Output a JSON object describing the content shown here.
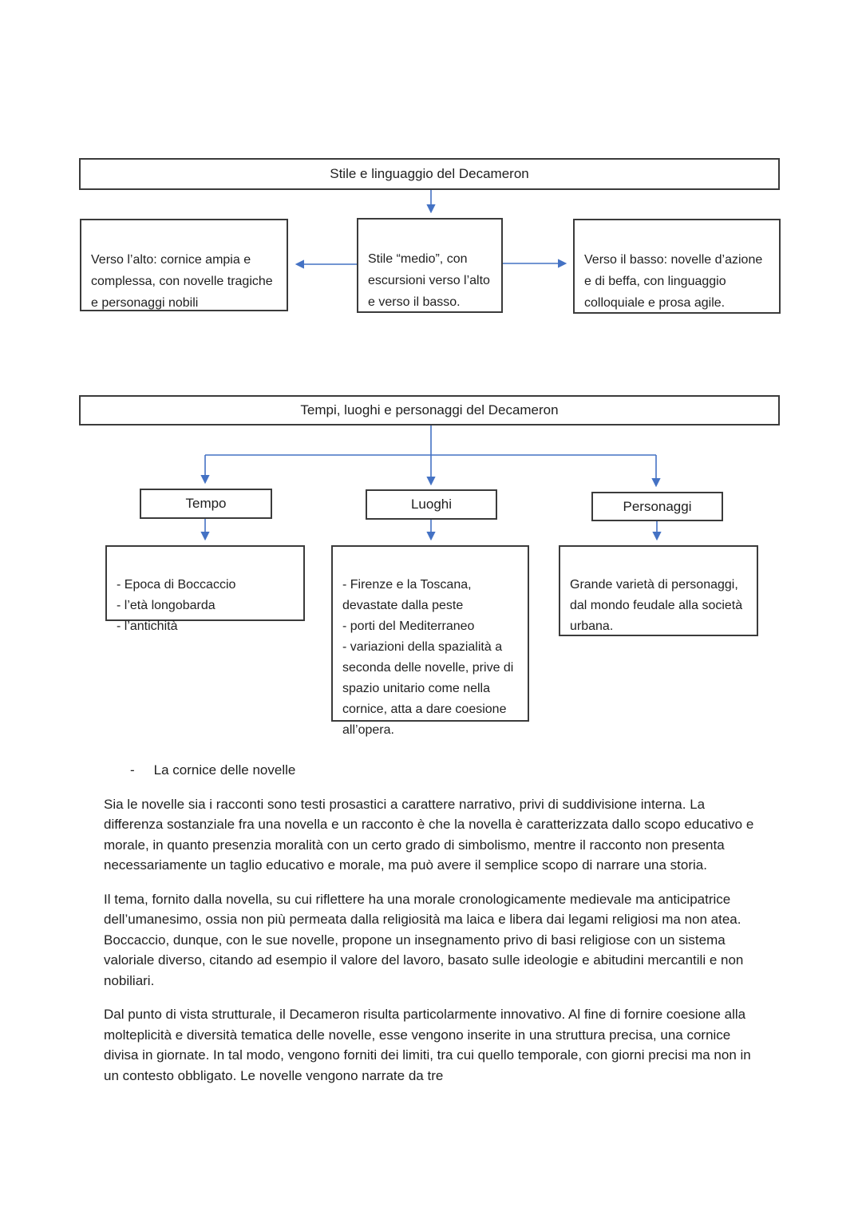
{
  "colors": {
    "accent": "#4472c4",
    "box_border": "#3b3b3b",
    "text": "#1f1f1f"
  },
  "diagram1": {
    "title": "Stile e linguaggio del Decameron",
    "left_box": "Verso l’alto: cornice ampia e complessa, con novelle tragiche e personaggi nobili",
    "center_box": "Stile “medio”, con escursioni verso l’alto e verso il basso.",
    "right_box": "Verso il basso: novelle d’azione e di beffa, con linguaggio colloquiale e prosa agile."
  },
  "diagram2": {
    "title": "Tempi, luoghi e personaggi del Decameron",
    "branches": [
      {
        "label": "Tempo",
        "detail": "- Epoca di Boccaccio\n- l’età longobarda\n- l’antichità"
      },
      {
        "label": "Luoghi",
        "detail": "- Firenze e la Toscana, devastate dalla peste\n- porti del Mediterraneo\n- variazioni della spazialità a seconda delle novelle, prive di spazio unitario come nella cornice, atta a dare coesione all’opera."
      },
      {
        "label": "Personaggi",
        "detail": "Grande varietà di personaggi, dal mondo feudale alla società urbana."
      }
    ]
  },
  "section": {
    "bullet": "-",
    "heading": "La cornice delle novelle",
    "paragraphs": [
      "Sia le novelle sia i racconti sono testi prosastici a carattere narrativo, privi di suddivisione interna. La differenza sostanziale fra una novella e un racconto è che la novella è caratterizzata dallo scopo educativo e morale, in quanto presenzia moralità con un certo grado di simbolismo, mentre il racconto non presenta necessariamente un taglio educativo e morale, ma può avere il semplice scopo di narrare una storia.",
      "Il tema, fornito dalla novella, su cui riflettere ha una morale cronologicamente medievale ma anticipatrice dell’umanesimo, ossia non più permeata dalla religiosità ma laica e libera dai legami religiosi ma non atea. Boccaccio, dunque, con le sue novelle, propone un insegnamento privo di basi religiose con un sistema valoriale diverso, citando ad esempio il valore del lavoro, basato sulle ideologie e abitudini mercantili e non nobiliari.",
      "Dal punto di vista strutturale, il Decameron risulta particolarmente innovativo. Al fine di fornire coesione alla molteplicità e diversità tematica delle novelle, esse vengono inserite in una struttura precisa, una cornice divisa in giornate. In tal modo, vengono forniti dei limiti, tra cui quello temporale, con giorni precisi ma non in un contesto obbligato. Le novelle vengono narrate da tre"
    ]
  }
}
